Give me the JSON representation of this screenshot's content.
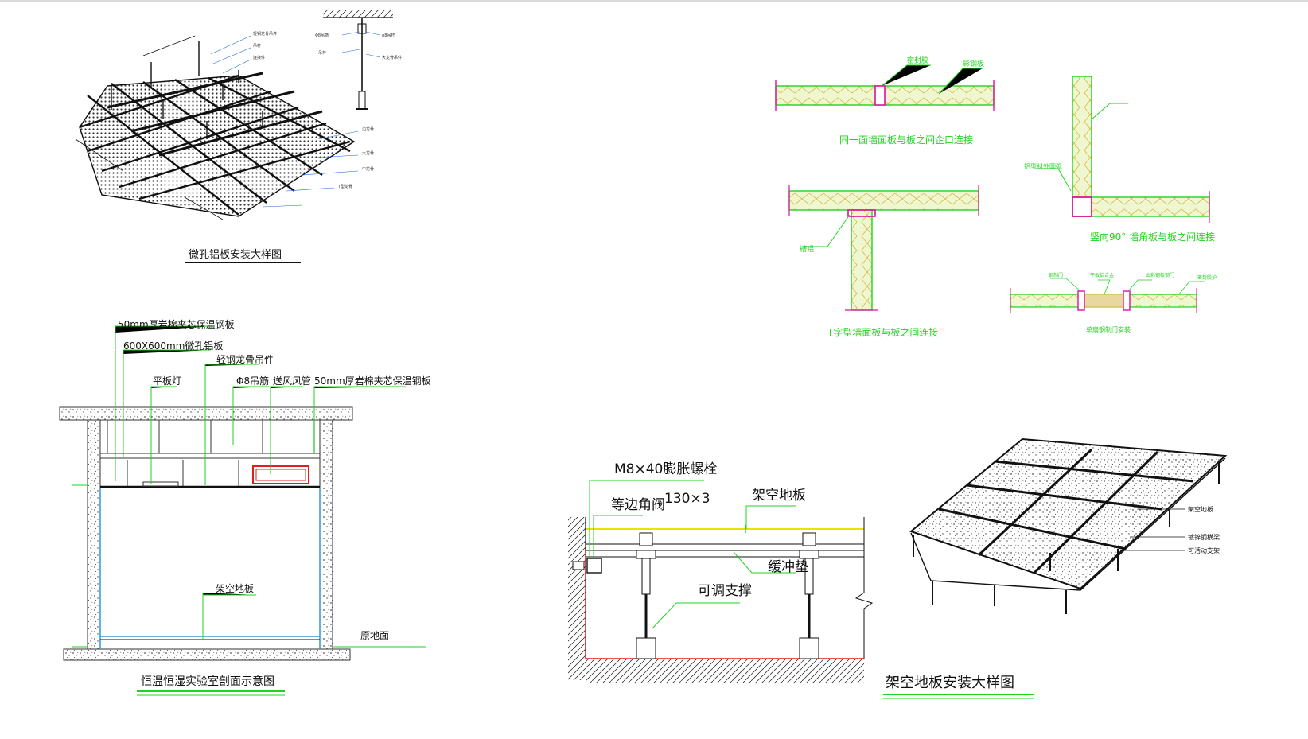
{
  "ceiling": {
    "title": "微孔铝板安装大样图",
    "labels": [
      "轻钢龙骨吊件",
      "吊杆",
      "连接件"
    ],
    "rod_labels": [
      "Φ8吊筋",
      "φ8吊杆",
      "吊杆",
      "大龙骨吊件"
    ],
    "side_labels": [
      "边龙骨",
      "大龙骨",
      "中龙骨",
      "T型龙骨"
    ]
  },
  "section": {
    "title": "恒温恒湿实验室剖面示意图",
    "labels": {
      "rockwool_ceiling": "50mm厚岩棉夹芯保温钢板",
      "alu_panel": "600X600mm微孔铝板",
      "hanger": "轻钢龙骨吊件",
      "flat_light": "平板灯",
      "rod": "Φ8吊筋",
      "air_duct": "送风风管",
      "rockwool_wall": "50mm厚岩棉夹芯保温钢板",
      "raised_floor": "架空地板",
      "ground": "原地面"
    }
  },
  "walls": {
    "joint1": {
      "title": "同一面墙面板与板之间企口连接",
      "l1": "密封胶",
      "l2": "彩钢板"
    },
    "joint2": {
      "title": "T字型墙面板与板之间连接",
      "l1": "槽铝"
    },
    "joint3": {
      "title": "竖向90°  墙角板与板之间连接",
      "l1": "铝型材外圆弧"
    },
    "joint4": {
      "title": "单扇钢制门安装",
      "labels": [
        "钢制门",
        "平板铝合金",
        "由彩钢板钢门",
        "密封胶护"
      ]
    }
  },
  "floor": {
    "title": "架空地板安装大样图",
    "labels": {
      "bolt": "M8×40膨胀螺栓",
      "angle": "等边角阀",
      "size": "130×3",
      "floor": "架空地板",
      "cushion": "缓冲垫",
      "support": "可调支撑"
    },
    "iso_labels": [
      "架空地板",
      "镀锌钢横梁",
      "可活动支架"
    ]
  },
  "colors": {
    "leader": "#1fd41f",
    "ink": "#000000",
    "panel": "#e9f7c5",
    "accent": "#e0119e",
    "red": "#e31c1c",
    "yellow": "#e5e500"
  }
}
